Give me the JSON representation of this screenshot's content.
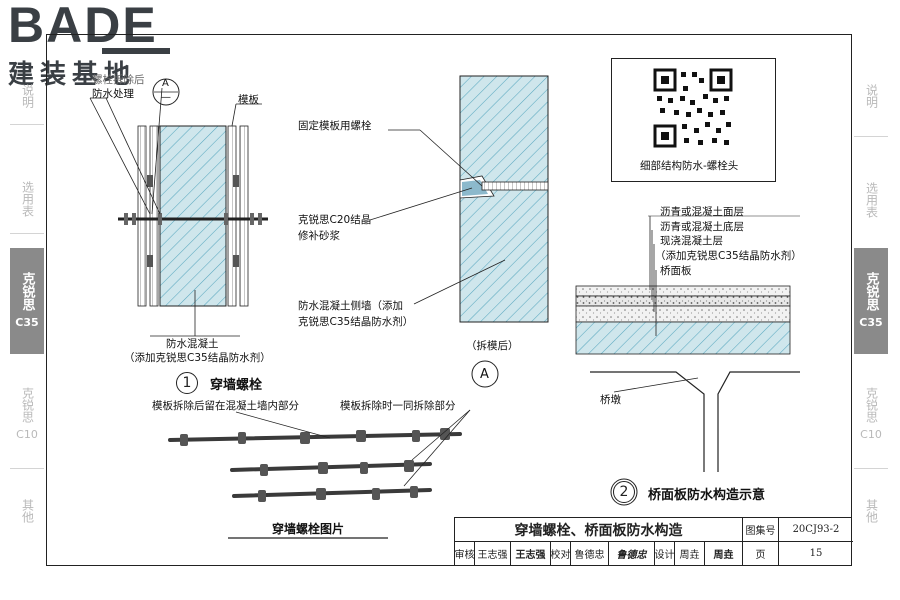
{
  "brand": {
    "logo_top": "BADE",
    "logo_bottom": "建装基地"
  },
  "side_tabs": [
    {
      "label": "说明",
      "sub": "",
      "active": false
    },
    {
      "label": "选用表",
      "sub": "",
      "active": false
    },
    {
      "label": "克锐思",
      "sub": "C35",
      "active": true
    },
    {
      "label": "克锐思",
      "sub": "C10",
      "active": false
    },
    {
      "label": "其他",
      "sub": "",
      "active": false
    }
  ],
  "detail1": {
    "label_bolt_note_1": "螺栓拆除后",
    "label_bolt_note_2": "防水处理",
    "ref_mark": "A",
    "ref_sub": "—",
    "label_formwork": "模板",
    "label_concrete_1": "防水混凝土",
    "label_concrete_2": "（添加克锐思C35结晶防水剂）",
    "caption_num": "1",
    "caption": "穿墙螺栓"
  },
  "detailA": {
    "label_bolt": "固定模板用螺栓",
    "label_mortar_1": "克锐思C20结晶",
    "label_mortar_2": "修补砂浆",
    "label_wall_1": "防水混凝土侧墙（添加",
    "label_wall_2": "克锐思C35结晶防水剂）",
    "after_note": "（拆模后）",
    "caption_letter": "A"
  },
  "qr": {
    "caption": "细部结构防水-螺栓头"
  },
  "detail2": {
    "layers": [
      "沥青或混凝土面层",
      "沥青或混凝土底层",
      "现浇混凝土层",
      "（添加克锐思C35结晶防水剂）",
      "桥面板"
    ],
    "label_pier": "桥墩",
    "caption_num": "2",
    "caption": "桥面板防水构造示意"
  },
  "photo": {
    "label_left": "模板拆除后留在混凝土墙内部分",
    "label_right": "模板拆除时一同拆除部分",
    "title": "穿墙螺栓图片"
  },
  "title_block": {
    "title": "穿墙螺栓、桥面板防水构造",
    "atlas_label": "图集号",
    "atlas_no": "20CJ93-2",
    "review_label": "审核",
    "reviewer": "王志强",
    "reviewer_sig": "王志强",
    "check_label": "校对",
    "checker": "鲁德忠",
    "checker_sig": "鲁德忠",
    "design_label": "设计",
    "designer": "周垚",
    "designer_sig": "周垚",
    "page_label": "页",
    "page_no": "15"
  },
  "colors": {
    "concrete": "#cfe6ec",
    "concrete_hatch": "#5aa8c0",
    "active_tab": "#8a8a8a",
    "line": "#222222"
  }
}
